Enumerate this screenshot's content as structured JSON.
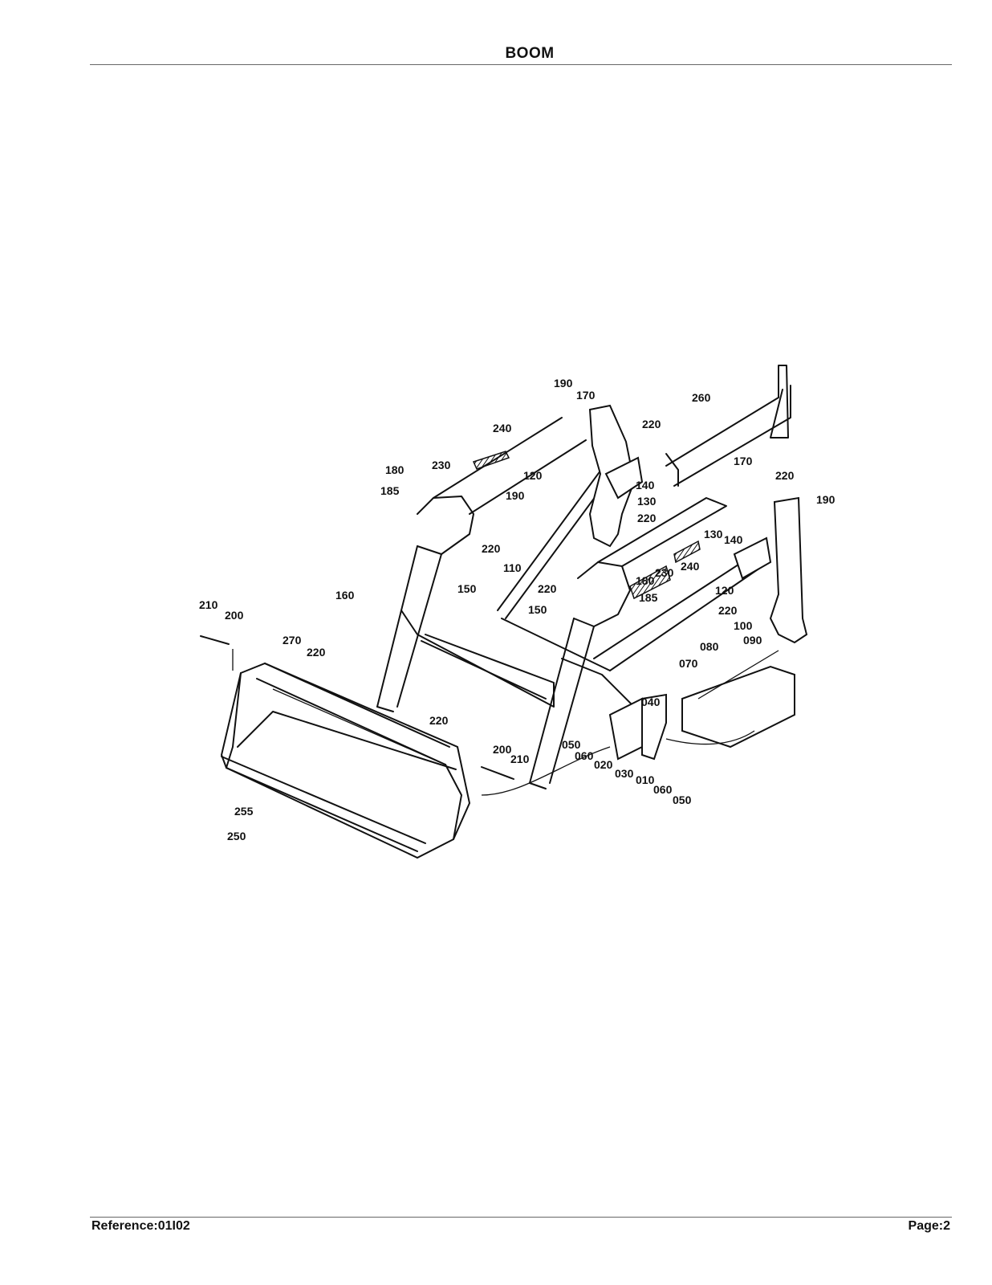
{
  "header": {
    "title": "BOOM"
  },
  "footer": {
    "reference": "Reference:01I02",
    "page": "Page:2"
  },
  "diagram": {
    "part_labels": [
      "190",
      "170",
      "220",
      "260",
      "240",
      "230",
      "180",
      "185",
      "120",
      "140",
      "130",
      "190",
      "220",
      "170",
      "220",
      "190",
      "220",
      "130",
      "140",
      "240",
      "110",
      "230",
      "180",
      "185",
      "160",
      "150",
      "220",
      "150",
      "120",
      "220",
      "100",
      "090",
      "080",
      "070",
      "210",
      "200",
      "270",
      "220",
      "040",
      "220",
      "050",
      "060",
      "020",
      "030",
      "010",
      "060",
      "050",
      "200",
      "210",
      "255",
      "250"
    ]
  }
}
